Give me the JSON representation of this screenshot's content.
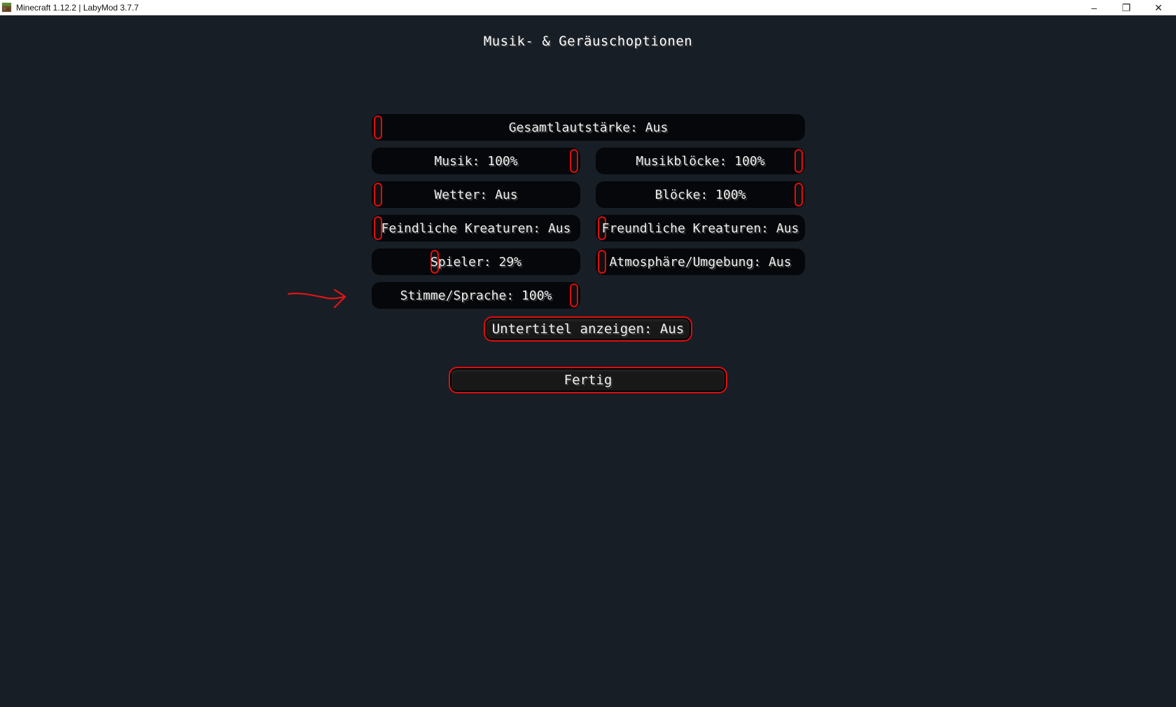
{
  "window": {
    "title": "Minecraft 1.12.2 | LabyMod 3.7.7",
    "app_icon": "minecraft-grass-block-icon",
    "controls": {
      "minimize": "–",
      "restore": "❐",
      "close": "✕"
    }
  },
  "screen": {
    "title": "Musik- & Geräuschoptionen"
  },
  "sliders": {
    "master": {
      "label": "Gesamtlautstärke: Aus",
      "value": 0
    },
    "music": {
      "label": "Musik: 100%",
      "value": 1.0
    },
    "records": {
      "label": "Musikblöcke: 100%",
      "value": 1.0
    },
    "weather": {
      "label": "Wetter: Aus",
      "value": 0
    },
    "blocks": {
      "label": "Blöcke: 100%",
      "value": 1.0
    },
    "hostile": {
      "label": "Feindliche Kreaturen: Aus",
      "value": 0
    },
    "neutral": {
      "label": "Freundliche Kreaturen: Aus",
      "value": 0
    },
    "players": {
      "label": "Spieler: 29%",
      "value": 0.29
    },
    "ambient": {
      "label": "Atmosphäre/Umgebung: Aus",
      "value": 0
    },
    "voice": {
      "label": "Stimme/Sprache: 100%",
      "value": 1.0
    }
  },
  "buttons": {
    "subtitles": "Untertitel anzeigen: Aus",
    "done": "Fertig"
  },
  "colors": {
    "background": "#171e26",
    "accent_red": "#e00d0d",
    "slider_track": "#05070a"
  }
}
